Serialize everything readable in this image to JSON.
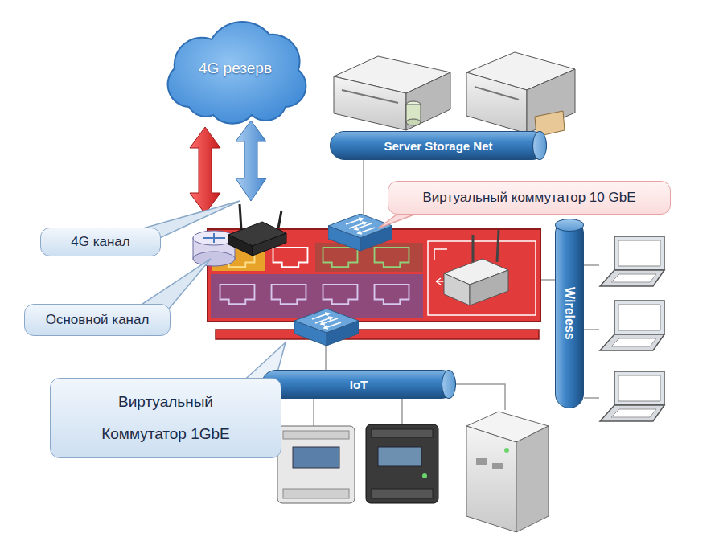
{
  "diagram": {
    "nodes": [
      {
        "text": [
          "4G резерв"
        ]
      },
      {
        "text": [
          "Server Storage Net"
        ]
      },
      {
        "text": [
          "Виртуальный коммутатор 10 GbE"
        ]
      },
      {
        "text": [
          "4G канал"
        ]
      },
      {
        "text": [
          "Основной канал"
        ]
      },
      {
        "text": [
          "Wireless"
        ]
      },
      {
        "text": [
          "IoT"
        ]
      },
      {
        "text": [
          "Виртуальный Коммутатор 1GbE"
        ]
      }
    ]
  }
}
